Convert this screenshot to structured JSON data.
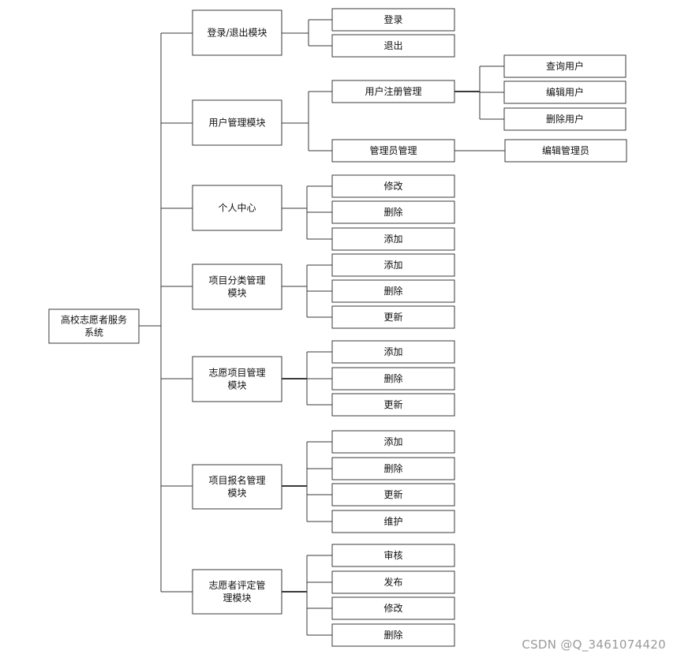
{
  "diagram": {
    "root": "高校志愿者服务系统",
    "modules": [
      {
        "label": "登录/退出模块",
        "children": [
          "登录",
          "退出"
        ]
      },
      {
        "label": "用户管理模块",
        "children": [
          "用户注册管理",
          "管理员管理"
        ]
      },
      {
        "label": "个人中心",
        "children": [
          "修改",
          "删除",
          "添加"
        ]
      },
      {
        "label": "项目分类管理模块",
        "children": [
          "添加",
          "删除",
          "更新"
        ]
      },
      {
        "label": "志愿项目管理模块",
        "children": [
          "添加",
          "删除",
          "更新"
        ]
      },
      {
        "label": "项目报名管理模块",
        "children": [
          "添加",
          "删除",
          "更新",
          "维护"
        ]
      },
      {
        "label": "志愿者评定管理模块",
        "children": [
          "审核",
          "发布",
          "修改",
          "删除"
        ]
      }
    ],
    "user_register_children": [
      "查询用户",
      "编辑用户",
      "删除用户"
    ],
    "admin_children": [
      "编辑管理员"
    ]
  },
  "watermark": "CSDN @Q_3461074420"
}
